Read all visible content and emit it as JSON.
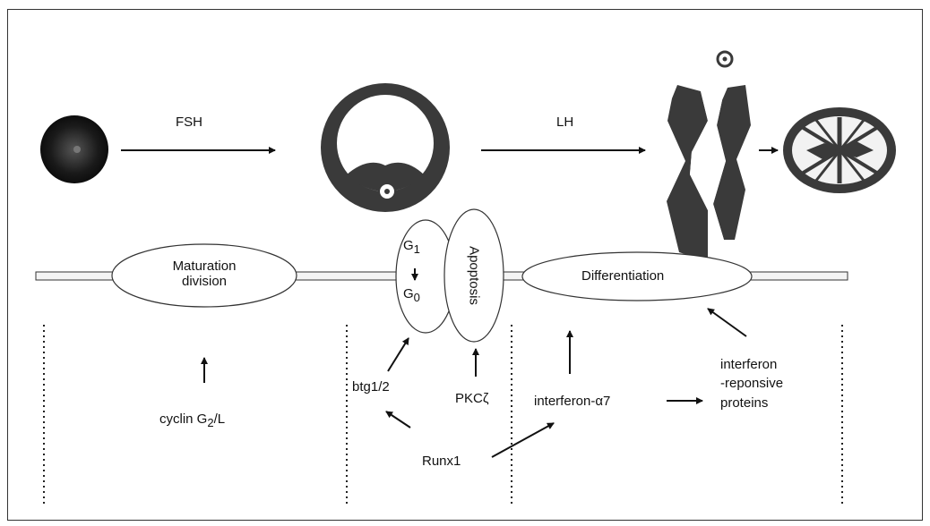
{
  "hormones": {
    "fsh": "FSH",
    "lh": "LH"
  },
  "phases": {
    "maturation_line1": "Maturation",
    "maturation_line2": "division",
    "g1": "G",
    "g1_sub": "1",
    "g0": "G",
    "g0_sub": "0",
    "apoptosis": "Apoptosis",
    "differentiation": "Differentiation"
  },
  "regulators": {
    "cyclin_prefix": "cyclin G",
    "cyclin_sub": "2",
    "cyclin_suffix": "/L",
    "btg": "btg1/2",
    "pkc": "PKCζ",
    "interferon_a7": "interferon-α7",
    "ifn_resp_line1": "interferon",
    "ifn_resp_line2": "-reponsive",
    "ifn_resp_line3": "proteins",
    "runx1": "Runx1"
  }
}
